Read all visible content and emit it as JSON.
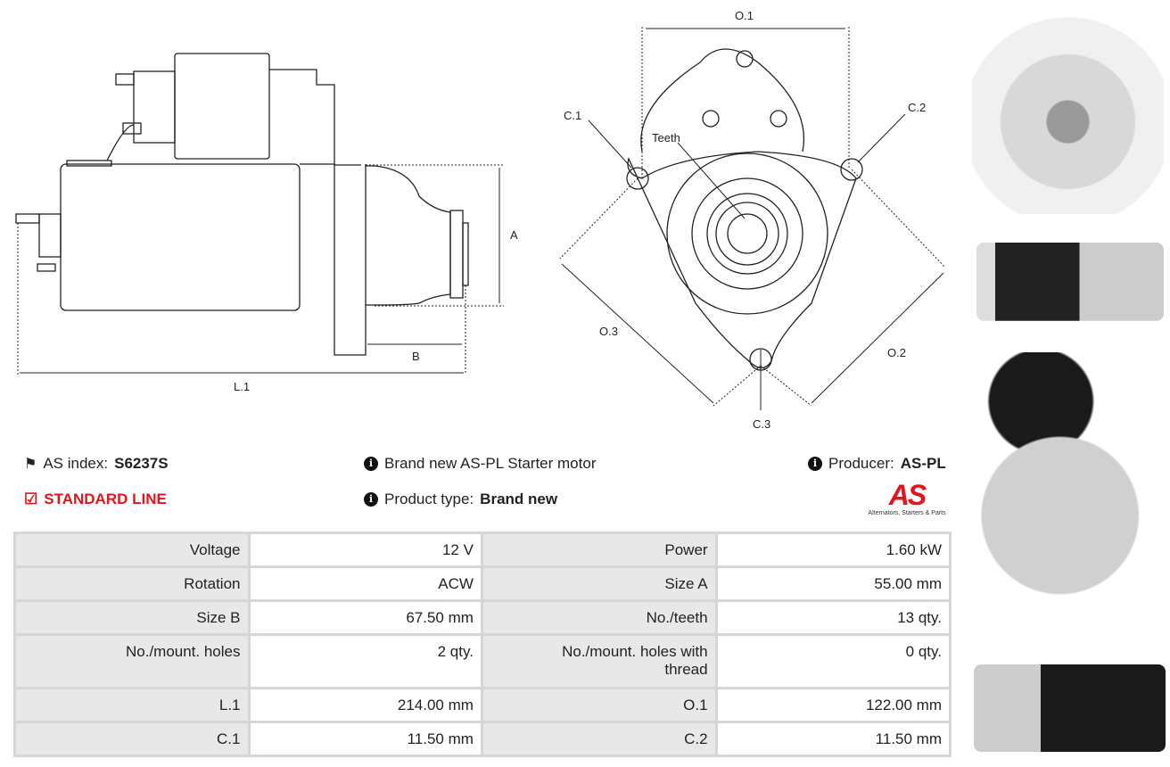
{
  "drawing_labels": {
    "a": "A",
    "b": "B",
    "l1": "L.1",
    "o1": "O.1",
    "o2": "O.2",
    "o3": "O.3",
    "c1": "C.1",
    "c2": "C.2",
    "c3": "C.3",
    "teeth": "Teeth"
  },
  "info": {
    "as_index_label": "AS index:",
    "as_index_value": "S6237S",
    "line": "STANDARD LINE",
    "description": "Brand new AS-PL Starter motor",
    "product_type_label": "Product type:",
    "product_type_value": "Brand new",
    "producer_label": "Producer:",
    "producer_value": "AS-PL",
    "logo_text": "AS",
    "logo_tagline": "Alternators, Starters & Parts"
  },
  "specs": [
    [
      "Voltage",
      "12 V",
      "Power",
      "1.60 kW"
    ],
    [
      "Rotation",
      "ACW",
      "Size A",
      "55.00 mm"
    ],
    [
      "Size B",
      "67.50 mm",
      "No./teeth",
      "13 qty."
    ],
    [
      "No./mount. holes",
      "2 qty.",
      "No./mount. holes with thread",
      "0 qty."
    ],
    [
      "L.1",
      "214.00 mm",
      "O.1",
      "122.00 mm"
    ],
    [
      "C.1",
      "11.50 mm",
      "C.2",
      "11.50 mm"
    ]
  ],
  "colors": {
    "accent": "#e3141b"
  }
}
